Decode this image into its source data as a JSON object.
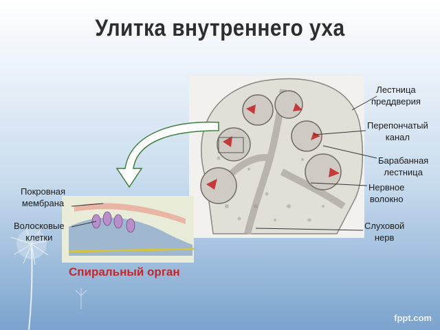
{
  "title": "Улитка внутреннего уха",
  "labels": {
    "scala_vestibuli": [
      "Лестница",
      "преддверия"
    ],
    "membranous_canal": [
      "Перепончатый",
      "канал"
    ],
    "scala_tympani": [
      "Барабанная",
      "лестница"
    ],
    "nerve_fiber": [
      "Нервное",
      "волокно"
    ],
    "auditory_nerve": [
      "Слуховой",
      "нерв"
    ],
    "tectorial_membrane": [
      "Покровная",
      "мембрана"
    ],
    "hair_cells": [
      "Волосковые",
      "клетки"
    ]
  },
  "caption": "Спиральный орган",
  "watermark": "fppt.com",
  "colors": {
    "title": "#2e2e2e",
    "caption": "#c2272d",
    "arrow_fill": "#ffffff",
    "arrow_stroke": "#3d7d3d",
    "membrane_red": "#c43a3a"
  }
}
